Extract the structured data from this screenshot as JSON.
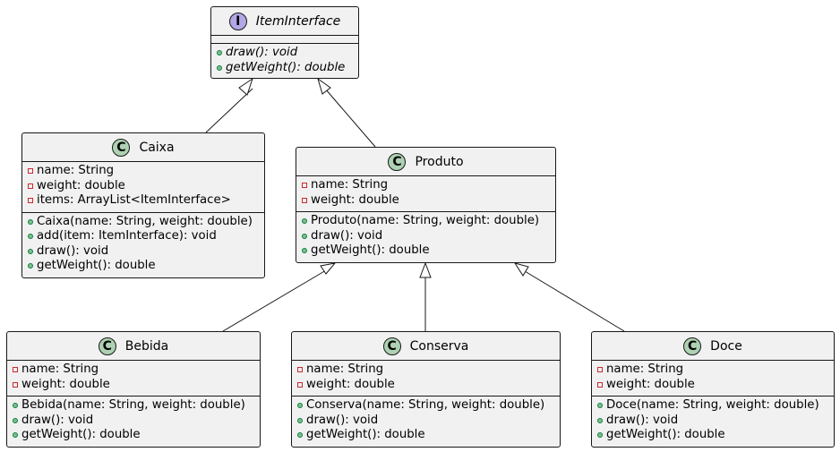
{
  "classes": {
    "iteminterface": {
      "name": "ItemInterface",
      "badge": "I",
      "methods": [
        "draw(): void",
        "getWeight(): double"
      ]
    },
    "caixa": {
      "name": "Caixa",
      "badge": "C",
      "fields": [
        "name: String",
        "weight: double",
        "items: ArrayList<ItemInterface>"
      ],
      "methods": [
        "Caixa(name: String, weight: double)",
        "add(item: ItemInterface): void",
        "draw(): void",
        "getWeight(): double"
      ]
    },
    "produto": {
      "name": "Produto",
      "badge": "C",
      "fields": [
        "name: String",
        "weight: double"
      ],
      "methods": [
        "Produto(name: String, weight: double)",
        "draw(): void",
        "getWeight(): double"
      ]
    },
    "bebida": {
      "name": "Bebida",
      "badge": "C",
      "fields": [
        "name: String",
        "weight: double"
      ],
      "methods": [
        "Bebida(name: String, weight: double)",
        "draw(): void",
        "getWeight(): double"
      ]
    },
    "conserva": {
      "name": "Conserva",
      "badge": "C",
      "fields": [
        "name: String",
        "weight: double"
      ],
      "methods": [
        "Conserva(name: String, weight: double)",
        "draw(): void",
        "getWeight(): double"
      ]
    },
    "doce": {
      "name": "Doce",
      "badge": "C",
      "fields": [
        "name: String",
        "weight: double"
      ],
      "methods": [
        "Doce(name: String, weight: double)",
        "draw(): void",
        "getWeight(): double"
      ]
    }
  },
  "colors": {
    "box_fill": "#f1f1f1",
    "border": "#181818",
    "class_badge": "#add1b2",
    "interface_badge": "#b4a7e5",
    "public_marker": "#84be84",
    "private_marker": "#c82930"
  }
}
